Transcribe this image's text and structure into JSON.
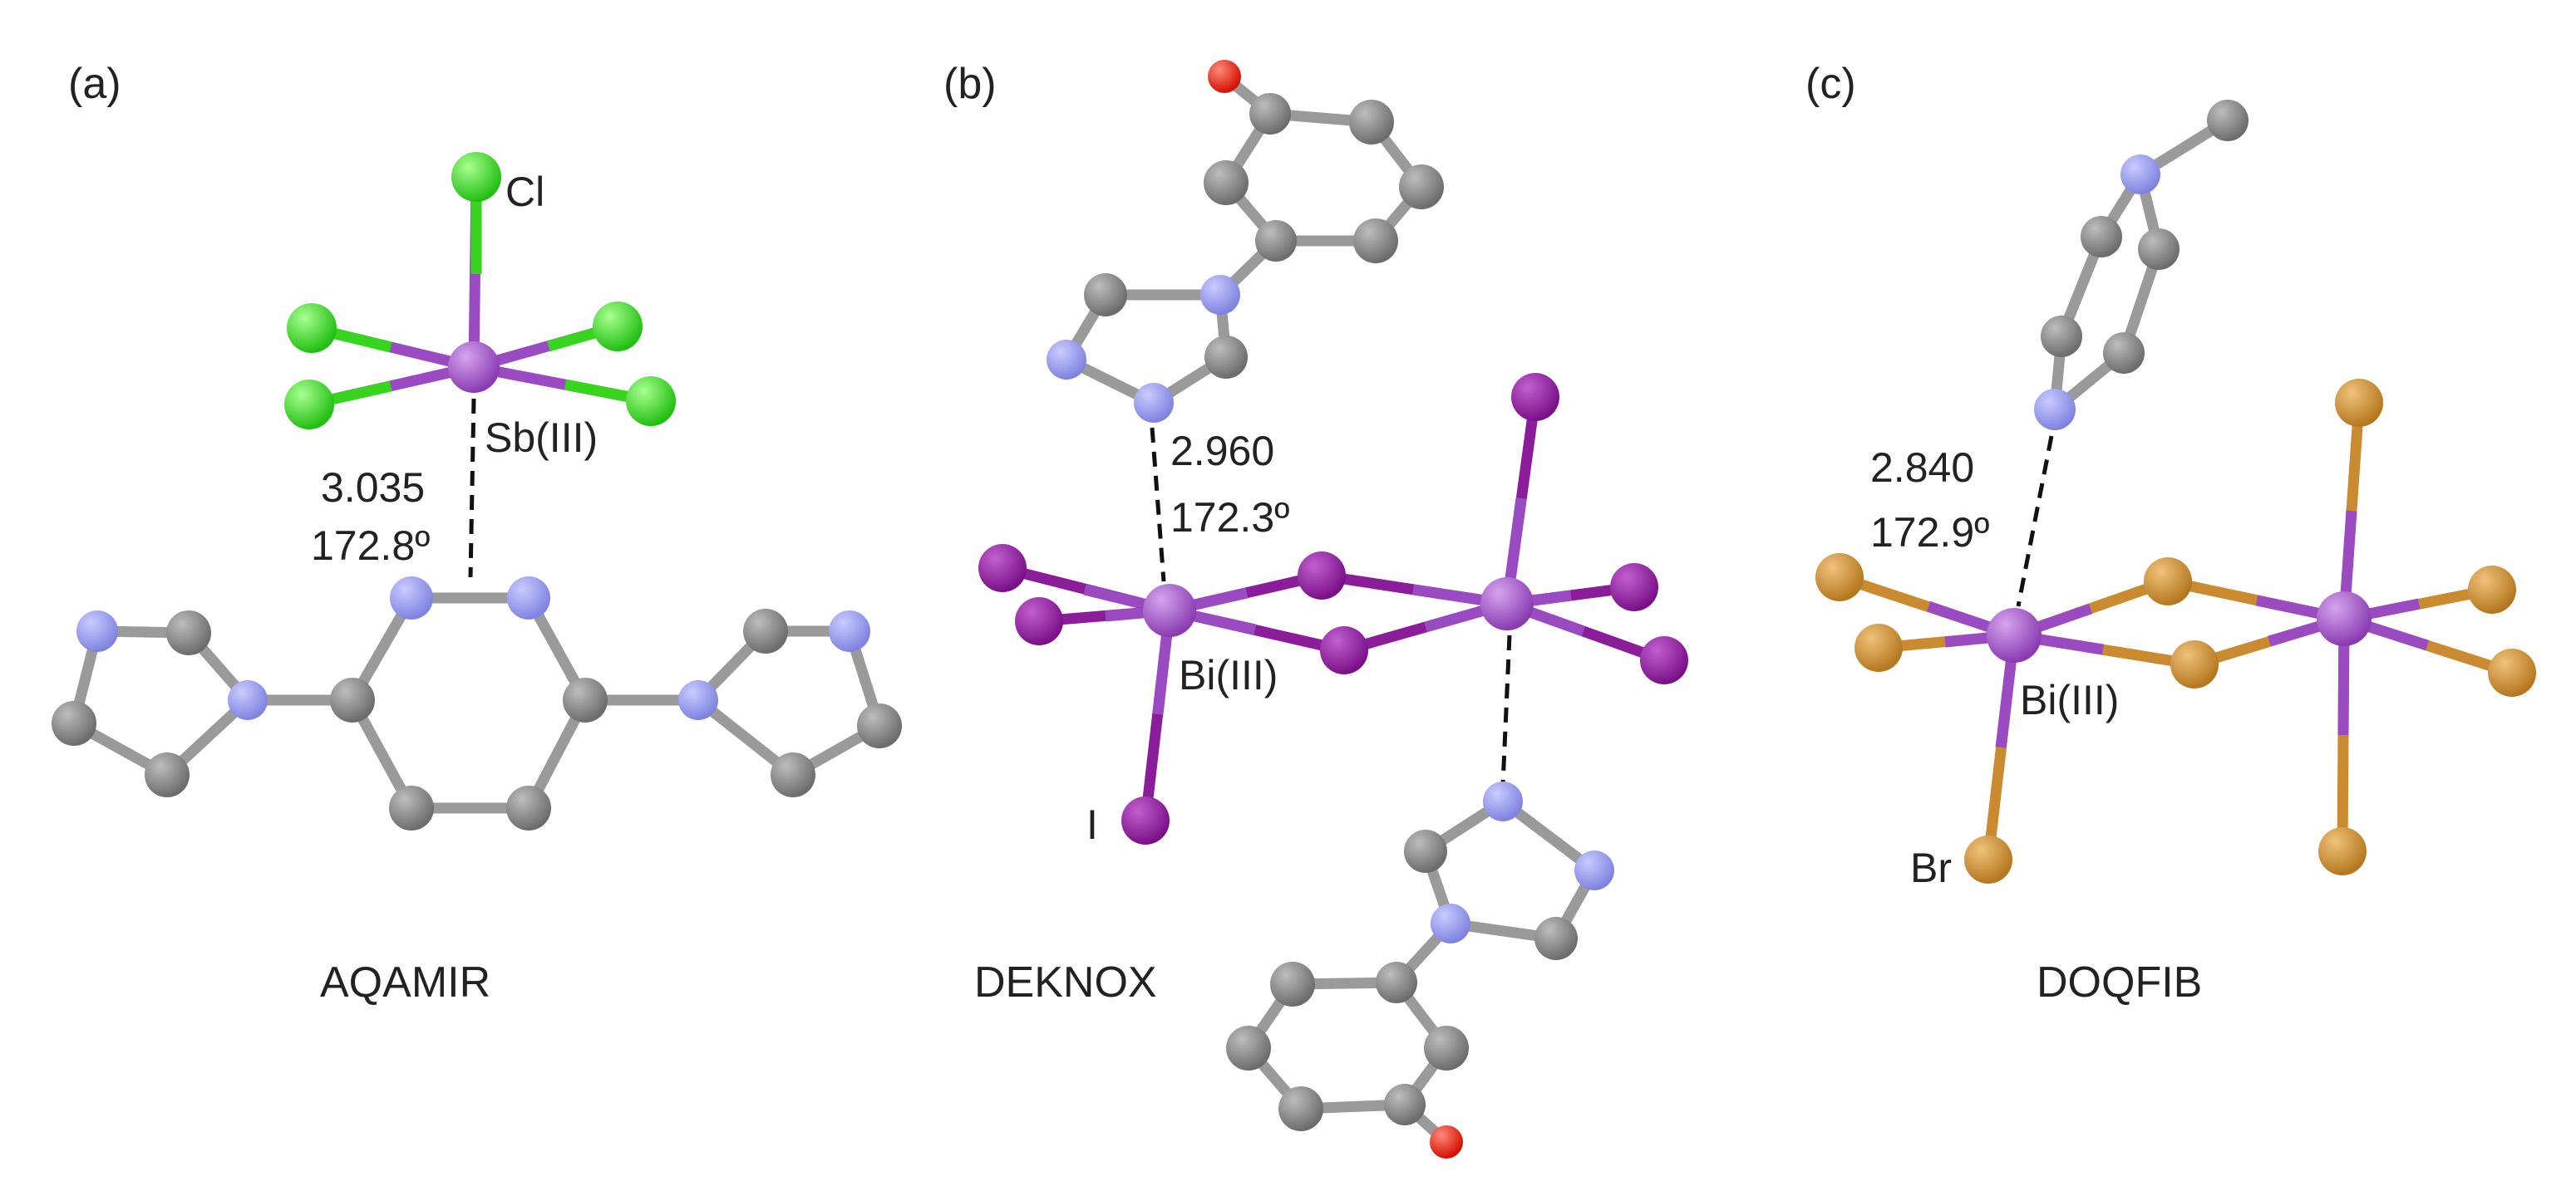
{
  "colors": {
    "carbon": "#7a7a7a",
    "nitrogen": "#8c8fe8",
    "oxygen": "#ee1c0e",
    "chlorine": "#37d51d",
    "antimony": "#9a4bc2",
    "bismuth": "#9a4bc2",
    "iodine": "#8c1d9a",
    "bromine": "#c98a30",
    "bond_grey": "#9a9a9a",
    "text": "#222222",
    "background": "#ffffff"
  },
  "panels": [
    {
      "id": "a",
      "label": "(a)",
      "code": "AQAMIR",
      "metal": "Sb(III)",
      "halogen": "Cl",
      "distance": "3.035",
      "angle": "172.8º"
    },
    {
      "id": "b",
      "label": "(b)",
      "code": "DEKNOX",
      "metal": "Bi(III)",
      "halogen": "I",
      "distance": "2.960",
      "angle": "172.3º"
    },
    {
      "id": "c",
      "label": "(c)",
      "code": "DOQFIB",
      "metal": "Bi(III)",
      "halogen": "Br",
      "distance": "2.840",
      "angle": "172.9º"
    }
  ]
}
